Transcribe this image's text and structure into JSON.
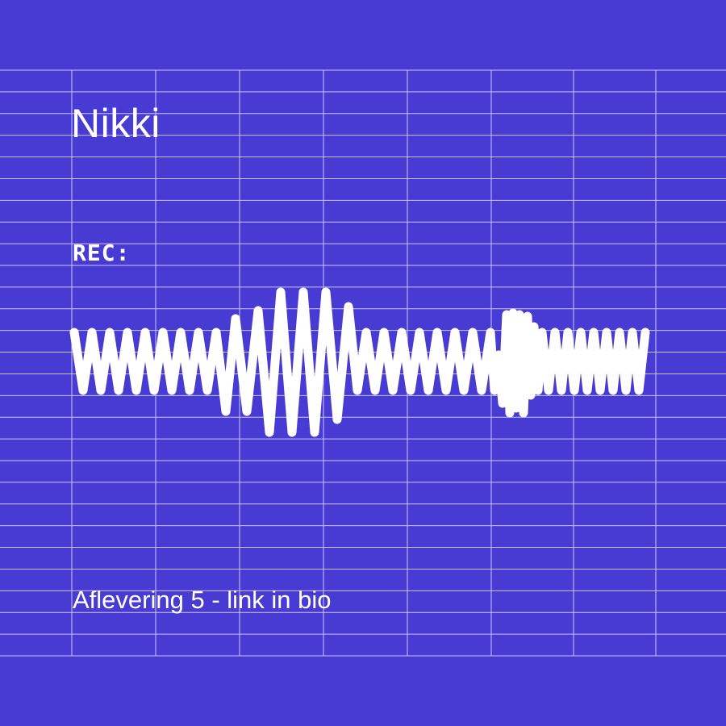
{
  "title": "Nikki",
  "rec_label": "REC:",
  "caption": "Aflevering 5 - link in bio",
  "colors": {
    "background": "#483bd3",
    "foreground": "#ffffff",
    "grid": "#c9c4f2"
  },
  "waveform": "zigzag-sound-wave"
}
